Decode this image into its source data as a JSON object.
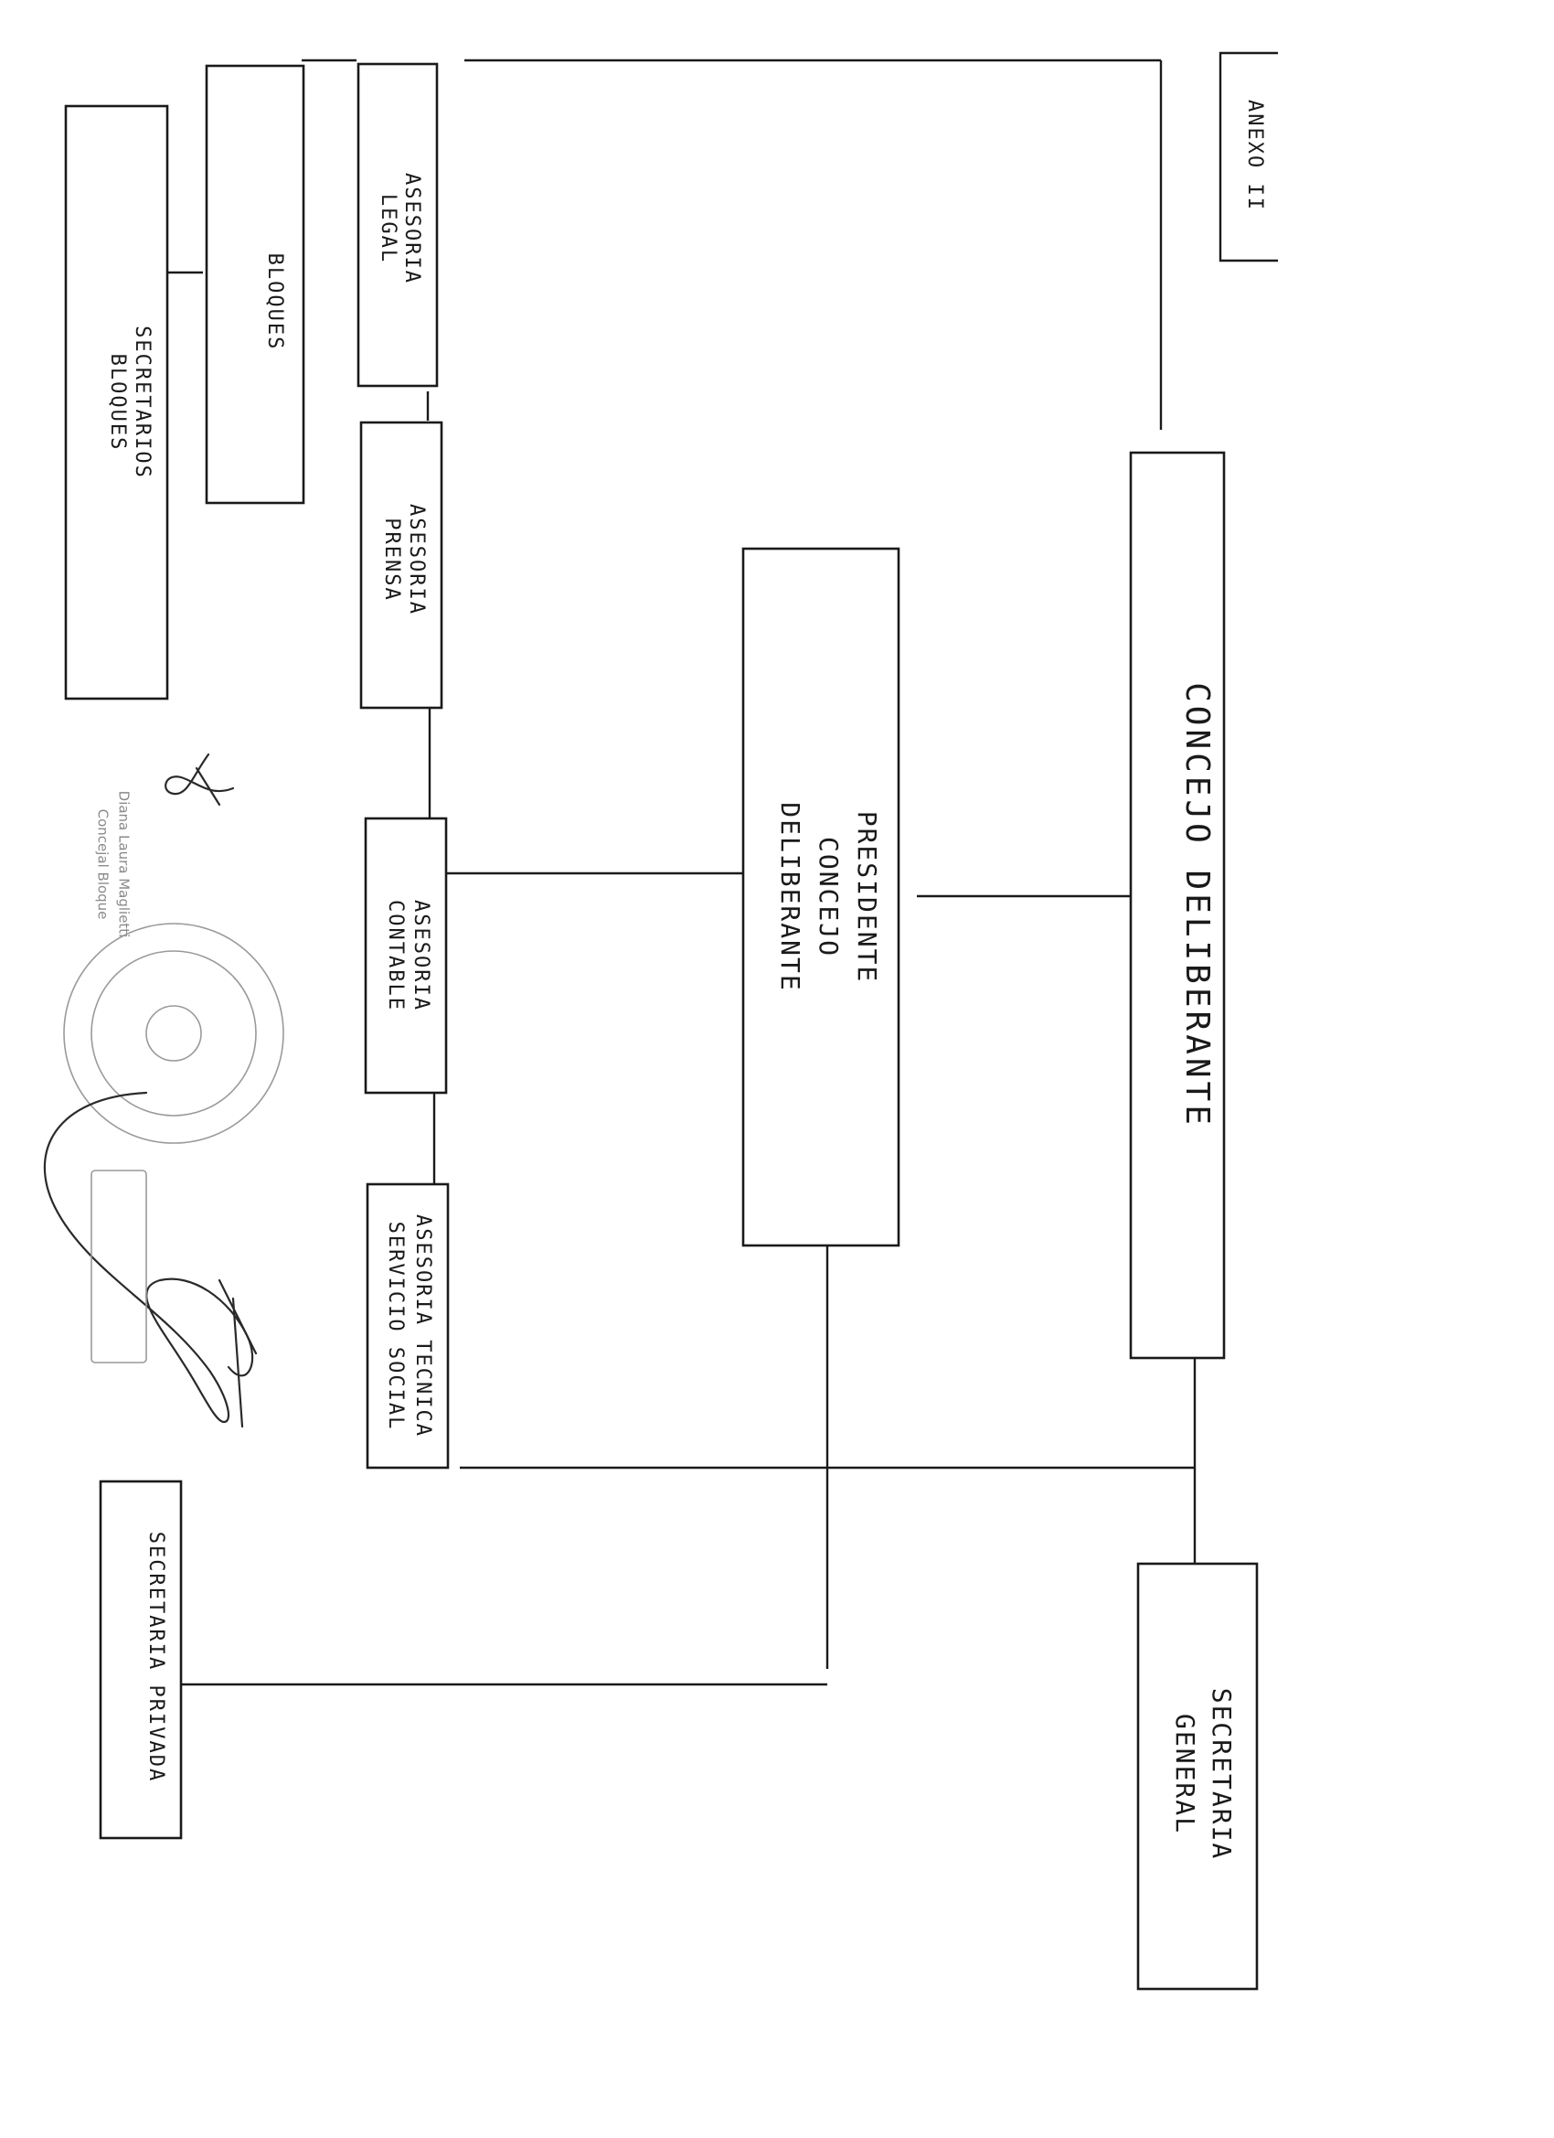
{
  "annex_label": "ANEXO II",
  "nodes": {
    "concejo": "CONCEJO DELIBERANTE",
    "presidente": [
      "PRESIDENTE",
      "CONCEJO",
      "DELIBERANTE"
    ],
    "secretaria_general": [
      "SECRETARIA",
      "GENERAL"
    ],
    "secretaria_privada": "SECRETARIA PRIVADA",
    "asesoria_legal": [
      "ASESORIA",
      "LEGAL"
    ],
    "asesoria_prensa": [
      "ASESORIA",
      "PRENSA"
    ],
    "asesoria_contable": [
      "ASESORIA",
      "CONTABLE"
    ],
    "asesoria_tecnica": [
      "ASESORIA TECNICA",
      "SERVICIO SOCIAL"
    ],
    "bloques": "BLOQUES",
    "secretarios_bloques": [
      "SECRETARIOS",
      "BLOQUES"
    ]
  },
  "stamps": {
    "signature_1_name": "Diana Laura Maglietti",
    "signature_1_role": "Concejal Bloque"
  }
}
